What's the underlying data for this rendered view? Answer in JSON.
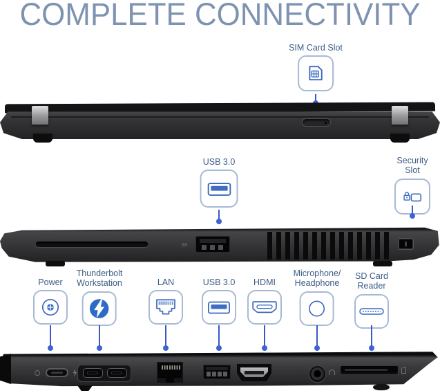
{
  "title": "COMPLETE CONNECTIVITY",
  "colors": {
    "accent_line_blue": "#3a58c6",
    "label_blue": "#3c5c86",
    "title_blue": "#7e93b1",
    "icon_stroke_blue": "#3a68bf",
    "icon_fill_blue": "#2e6bc6"
  },
  "callouts": {
    "sim": {
      "label": "SIM Card Slot",
      "icon": "sim-card-icon"
    },
    "usb_side": {
      "label": "USB 3.0",
      "icon": "usb-port-icon"
    },
    "security": {
      "label": "Security Slot",
      "icon": "security-lock-icon"
    },
    "power": {
      "label": "Power",
      "icon": "power-icon"
    },
    "thunderbolt": {
      "label": "Thunderbolt\nWorkstation",
      "icon": "thunderbolt-icon"
    },
    "lan": {
      "label": "LAN",
      "icon": "ethernet-icon"
    },
    "usb_bottom": {
      "label": "USB 3.0",
      "icon": "usb-port-icon"
    },
    "hdmi": {
      "label": "HDMI",
      "icon": "hdmi-icon"
    },
    "mic": {
      "label": "Microphone/\nHeadphone",
      "icon": "headphone-jack-icon"
    },
    "sd": {
      "label": "SD Card\nReader",
      "icon": "sd-card-icon"
    }
  },
  "port_markings": {
    "usb_superspeed": "SS"
  }
}
